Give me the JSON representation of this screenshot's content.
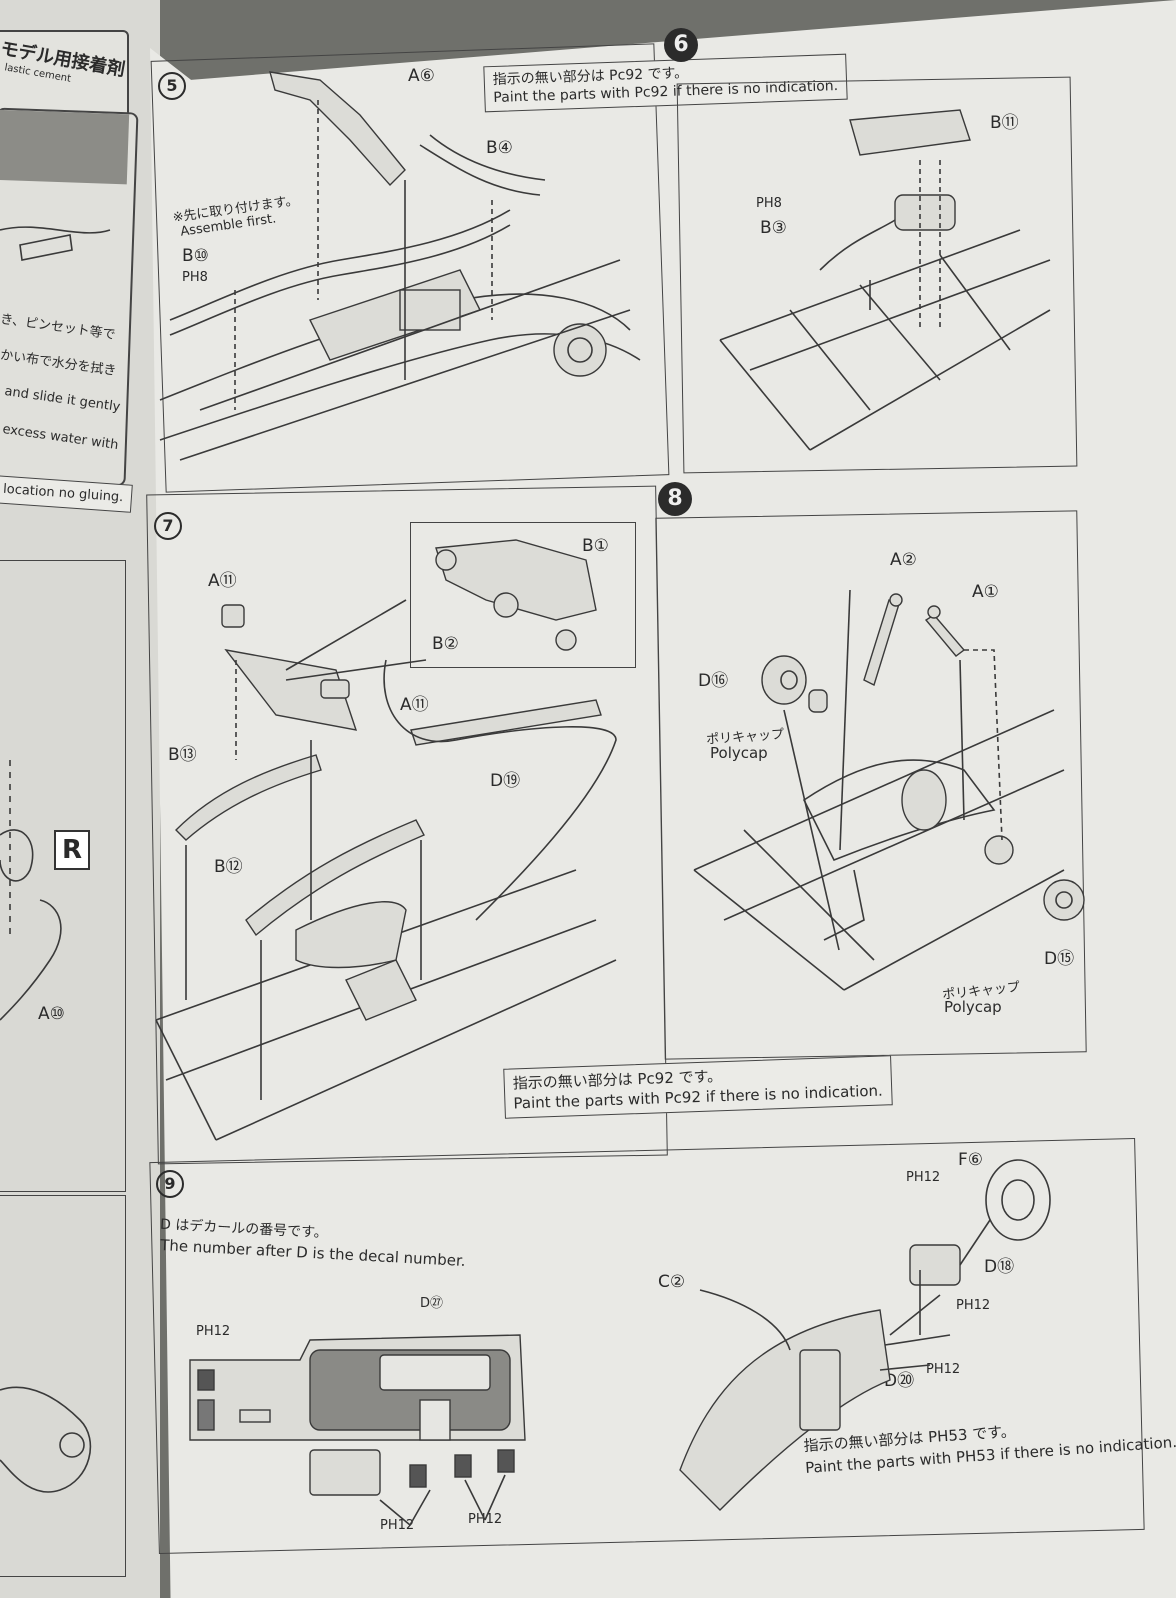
{
  "left_page": {
    "cement_title": "モデル用接着剤",
    "cement_sub": "lastic cement",
    "lines": [
      "き、ピンセット等で",
      "かい布で水分を拭き",
      "and slide it gently",
      "excess water with"
    ],
    "location_note": "location no gluing.",
    "r_badge": "R",
    "part_a10": "A⑩"
  },
  "step5": {
    "num": "5",
    "note_jp": "指示の無い部分は Pc92 です。",
    "note_en": "Paint the parts with Pc92 if there is no indication.",
    "assemble_jp": "※先に取り付けます。",
    "assemble_en": "Assemble first.",
    "parts": {
      "a6": "A⑥",
      "b4": "B④",
      "b10": "B⑩",
      "ph8": "PH8"
    }
  },
  "step6": {
    "num": "6",
    "parts": {
      "b11": "B⑪",
      "ph8": "PH8",
      "b3": "B③"
    }
  },
  "step7": {
    "num": "7",
    "parts": {
      "a11_top": "A⑪",
      "b1": "B①",
      "b2": "B②",
      "a11_mid": "A⑪",
      "b13": "B⑬",
      "d19": "D⑲",
      "b12": "B⑫"
    }
  },
  "step8": {
    "num": "8",
    "parts": {
      "a2": "A②",
      "a1": "A①",
      "d16": "D⑯",
      "d15": "D⑮"
    },
    "polycap1_jp": "ポリキャップ",
    "polycap1_en": "Polycap",
    "polycap2_jp": "ポリキャップ",
    "polycap2_en": "Polycap",
    "note_jp": "指示の無い部分は Pc92 です。",
    "note_en": "Paint the parts with Pc92 if there is no indication."
  },
  "step9": {
    "num": "9",
    "decal_jp": "D はデカールの番号です。",
    "decal_en": "The number after D is the decal number.",
    "parts": {
      "d27": "D㉗",
      "ph12_a": "PH12",
      "ph12_b": "PH12",
      "ph12_c": "PH12",
      "c2": "C②",
      "f6": "F⑥",
      "ph12_d": "PH12",
      "d18": "D⑱",
      "ph12_e": "PH12",
      "d20": "D⑳",
      "ph12_f": "PH12"
    },
    "note_jp": "指示の無い部分は PH53 です。",
    "note_en": "Paint the parts with PH53 if there is no indication."
  }
}
